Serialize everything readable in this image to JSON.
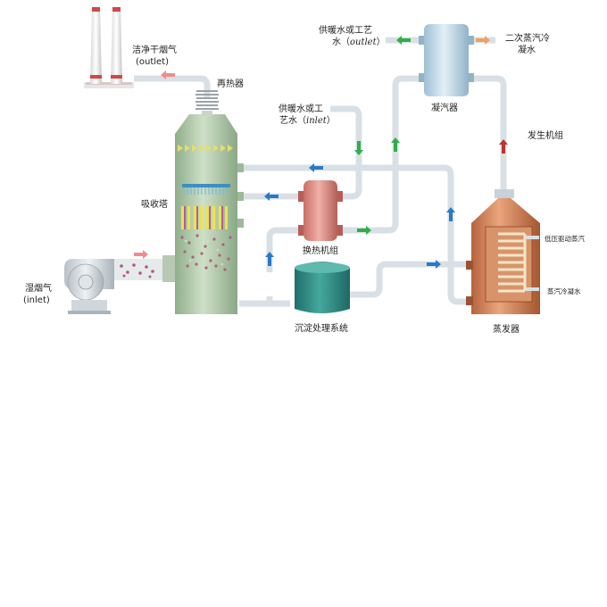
{
  "labels": {
    "clean_gas": "洁净干烟气",
    "clean_gas_outlet": "(outlet)",
    "reheater": "再热器",
    "heating_outlet_line1": "供暖水或工艺",
    "heating_outlet_line2a": "水（",
    "heating_outlet_line2b": "outlet",
    "heating_outlet_line2c": "）",
    "heating_inlet_line1": "供暖水或工",
    "heating_inlet_line2a": "艺水（",
    "heating_inlet_line2b": "inlet",
    "heating_inlet_line2c": "）",
    "condenser": "凝汽器",
    "secondary_condensate_line1": "二次蒸汽冷",
    "secondary_condensate_line2": "凝水",
    "generator_set": "发生机组",
    "absorber": "吸收塔",
    "heat_exchanger": "换热机组",
    "low_pressure_steam": "低压驱动蒸汽",
    "steam_condensate": "蒸汽冷凝水",
    "wet_gas_line1": "湿烟气",
    "wet_gas_line2": "(inlet)",
    "settling_system": "沉淀处理系统",
    "evaporator": "蒸发器"
  },
  "colors": {
    "pipe": "#d8dfe4",
    "arrow_blue": "#2a78c8",
    "arrow_green": "#2fae4a",
    "arrow_red": "#c0312f",
    "arrow_pink": "#f08c8c",
    "arrow_orange": "#f0a060",
    "tower": "#a8c6a2",
    "exchanger": "#d98a84",
    "condenser": "#b7d3e4",
    "evaporator": "#d98257",
    "settler": "#2f9088"
  },
  "icons": [
    "chimney-icon",
    "fan-icon"
  ]
}
